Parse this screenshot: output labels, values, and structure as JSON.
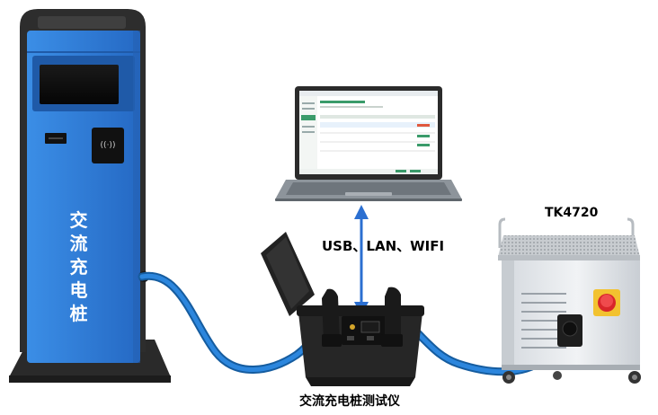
{
  "charging_pile": {
    "chars": [
      "交",
      "流",
      "充",
      "电",
      "桩"
    ]
  },
  "connection_label": "USB、LAN、WIFI",
  "load_model": "TK4720",
  "tester_label": "交流充电桩测试仪",
  "colors": {
    "pile_blue": "#2f7fd6",
    "pile_frame": "#2a2a2a",
    "cable_blue": "#1e73c8",
    "arrow_blue": "#2b6fd1",
    "software_green": "#3a9b6a"
  },
  "icons": [
    "card-reader-icon",
    "display-screen-icon",
    "laptop-icon",
    "plug-icon",
    "emergency-stop-icon"
  ]
}
